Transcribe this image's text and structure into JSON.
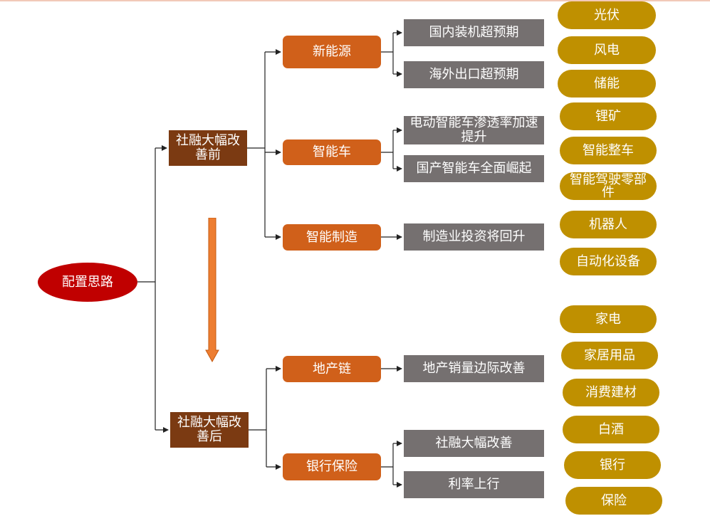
{
  "root": "配置思路",
  "branches": [
    {
      "label": "社融大幅改善前",
      "children": [
        {
          "label": "新能源",
          "items": [
            "国内装机超预期",
            "海外出口超预期"
          ]
        },
        {
          "label": "智能车",
          "items": [
            "电动智能车渗透率加速提升",
            "国产智能车全面崛起"
          ]
        },
        {
          "label": "智能制造",
          "items": [
            "制造业投资将回升"
          ]
        }
      ]
    },
    {
      "label": "社融大幅改善后",
      "children": [
        {
          "label": "地产链",
          "items": [
            "地产销量边际改善"
          ]
        },
        {
          "label": "银行保险",
          "items": [
            "社融大幅改善",
            "利率上行"
          ]
        }
      ]
    }
  ],
  "sectors": [
    "光伏",
    "风电",
    "储能",
    "锂矿",
    "智能整车",
    "智能驾驶零部件",
    "机器人",
    "自动化设备",
    "家电",
    "家居用品",
    "消费建材",
    "白酒",
    "银行",
    "保险"
  ],
  "colors": {
    "root": "#c00000",
    "level1": "#7b3a12",
    "level2": "#d0601a",
    "level3": "#757070",
    "sector": "#bf9000",
    "arrow": "#ed7d31"
  }
}
